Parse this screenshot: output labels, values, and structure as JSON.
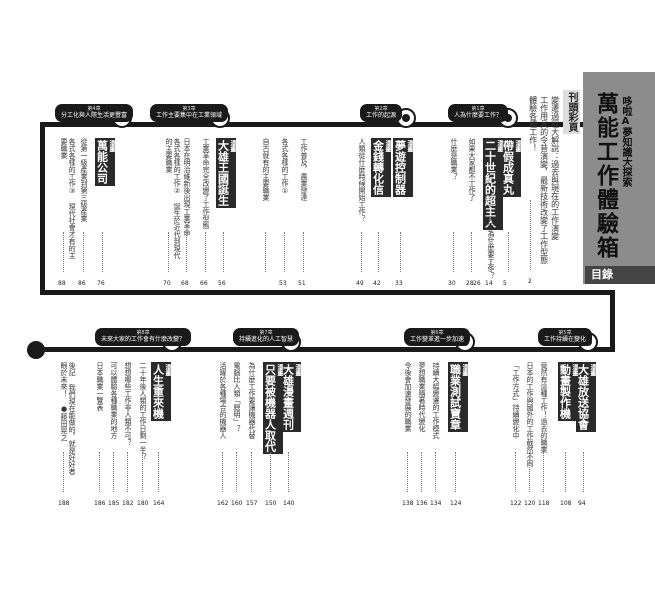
{
  "header": {
    "title": "萬能工作體驗箱",
    "subtitle": "哆啦A夢知識大探索",
    "toc_label": "目錄",
    "intro_heading": "刊頭彩頁",
    "intro_text": "變遷過程大解說：過去與現在的工作演變",
    "intro_text2": "工作用具的令昔演變，最新技術改變了工作型態",
    "intro_text3": "體驗各種工作！"
  },
  "badges": {
    "c1": {
      "num": "第1章",
      "text": "人為什麼要工作？"
    },
    "c2": {
      "num": "第2章",
      "text": "工作的起源"
    },
    "c3": {
      "num": "第3章",
      "text": "工作主要集中在工業領域"
    },
    "c4": {
      "num": "第4章",
      "text": "分工化與人際生活更豐富"
    },
    "c5": {
      "num": "第5章",
      "text": "工作持續在變化"
    },
    "c6": {
      "num": "第6章",
      "text": "工作變革進一步加速"
    },
    "c7": {
      "num": "第7章",
      "text": "持續進化的人工智慧"
    },
    "c8": {
      "num": "第8章",
      "text": "未來大家的工作會有什麼改變？"
    }
  },
  "top_row": [
    {
      "id": "t1",
      "tag": "漫畫",
      "title": "帶假成真丸",
      "q": "",
      "pages": [
        "5"
      ]
    },
    {
      "id": "t2",
      "tag": "漫畫",
      "title": "二十世紀的超主人",
      "q": "大家為什麼要工作？",
      "pages": [
        "14",
        "26"
      ]
    },
    {
      "id": "t3",
      "tag": "",
      "title": "",
      "q": "如果大家都不工作了",
      "pages": [
        "28"
      ]
    },
    {
      "id": "t4",
      "tag": "",
      "title": "",
      "q": "什麼是職業？",
      "pages": [
        "30"
      ]
    },
    {
      "id": "t5",
      "tag": "漫畫",
      "title": "夢遊控制器",
      "q": "",
      "pages": [
        "33"
      ]
    },
    {
      "id": "t6",
      "tag": "漫畫",
      "title": "金錢轉化信",
      "q": "",
      "pages": [
        "42"
      ]
    },
    {
      "id": "t7",
      "tag": "",
      "title": "",
      "q": "人類從什麼時候開始工作？",
      "pages": [
        "49"
      ]
    },
    {
      "id": "t8",
      "tag": "",
      "title": "",
      "q": "工作普及，農業發達",
      "pages": [
        "51"
      ]
    },
    {
      "id": "t9",
      "tag": "",
      "title": "",
      "q": "各式各樣的工作①",
      "pages": [
        "53"
      ]
    },
    {
      "id": "t10",
      "tag": "",
      "title": "",
      "q": "自古就有的主要職業",
      "pages": [
        ""
      ]
    },
    {
      "id": "t11",
      "tag": "漫畫",
      "title": "大雄王國誕生",
      "q": "",
      "pages": [
        "56"
      ]
    },
    {
      "id": "t12",
      "tag": "",
      "title": "",
      "q": "工業革命完全改變了工作型態",
      "pages": [
        "66"
      ]
    },
    {
      "id": "t13",
      "tag": "",
      "title": "",
      "q": "日本在明治維新後出現工業革命",
      "pages": [
        "68"
      ]
    },
    {
      "id": "t14",
      "tag": "",
      "title": "",
      "q": "各式各樣的工作② 誕生於近代到現代的主要職業",
      "pages": [
        "70"
      ]
    },
    {
      "id": "t15",
      "tag": "漫畫",
      "title": "萬能公司",
      "q": "",
      "pages": [
        "76"
      ]
    },
    {
      "id": "t16",
      "tag": "",
      "title": "",
      "q": "從第一級產業到第三級產業",
      "pages": [
        "86"
      ]
    },
    {
      "id": "t17",
      "tag": "",
      "title": "",
      "q": "各式各樣的工作③ 現代社會才有的主要職業",
      "pages": [
        "88"
      ]
    }
  ],
  "bottom_row": [
    {
      "id": "b1",
      "tag": "漫畫",
      "title": "大雄放送協會",
      "q": "",
      "pages": [
        "94"
      ]
    },
    {
      "id": "b2",
      "tag": "漫畫",
      "title": "動畫製作機",
      "q": "",
      "pages": [
        "108"
      ]
    },
    {
      "id": "b3",
      "tag": "",
      "title": "",
      "q": "竟然有這種工作！過去的職業",
      "pages": [
        "118"
      ]
    },
    {
      "id": "b4",
      "tag": "",
      "title": "",
      "q": "日本的工作與國外的工作截然不同",
      "pages": [
        "120"
      ]
    },
    {
      "id": "b5",
      "tag": "",
      "title": "",
      "q": "「工作方式」持續變化中",
      "pages": [
        "122"
      ]
    },
    {
      "id": "b6",
      "tag": "漫畫",
      "title": "職業測試寶章",
      "q": "",
      "pages": [
        "124"
      ]
    },
    {
      "id": "b7",
      "tag": "",
      "title": "",
      "q": "持續大幅變遷的工作模式",
      "pages": [
        "134"
      ]
    },
    {
      "id": "b8",
      "tag": "",
      "title": "",
      "q": "夢想職業隨著時代變化",
      "pages": [
        "136"
      ]
    },
    {
      "id": "b9",
      "tag": "",
      "title": "",
      "q": "令後會加速發展的職業",
      "pages": [
        "138"
      ]
    },
    {
      "id": "b10",
      "tag": "漫畫",
      "title": "大雄漫畫週刊",
      "q": "",
      "pages": [
        "140"
      ]
    },
    {
      "id": "b11",
      "tag": "漫畫",
      "title": "只要被機器人取代",
      "q": "",
      "pages": [
        "150"
      ]
    },
    {
      "id": "b12",
      "tag": "",
      "title": "",
      "q": "為什麼工作要讓機器代替",
      "pages": [
        "157"
      ]
    },
    {
      "id": "b13",
      "tag": "",
      "title": "",
      "q": "電腦比人類「聰明」？",
      "pages": [
        "160"
      ]
    },
    {
      "id": "b14",
      "tag": "",
      "title": "",
      "q": "活躍於各種場合的機器人",
      "pages": [
        "162"
      ]
    },
    {
      "id": "b15",
      "tag": "漫畫",
      "title": "人生重來機",
      "q": "",
      "pages": [
        "164"
      ]
    },
    {
      "id": "b16",
      "tag": "",
      "title": "",
      "q": "二十年後人類的工作日剩一半？",
      "pages": [
        "180"
      ]
    },
    {
      "id": "b17",
      "tag": "",
      "title": "",
      "q": "想想哪些工作非人類不可？",
      "pages": [
        "182"
      ]
    },
    {
      "id": "b18",
      "tag": "",
      "title": "",
      "q": "可以體驗各種職業的地方",
      "pages": [
        "185"
      ]
    },
    {
      "id": "b19",
      "tag": "",
      "title": "",
      "q": "日本職業一覽表",
      "pages": [
        "186"
      ]
    },
    {
      "id": "b20",
      "tag": "",
      "title": "",
      "q": "後記 我們現在能做的，就是好好者眼於未來！ ●藤田晃之",
      "pages": [
        "188"
      ]
    }
  ]
}
